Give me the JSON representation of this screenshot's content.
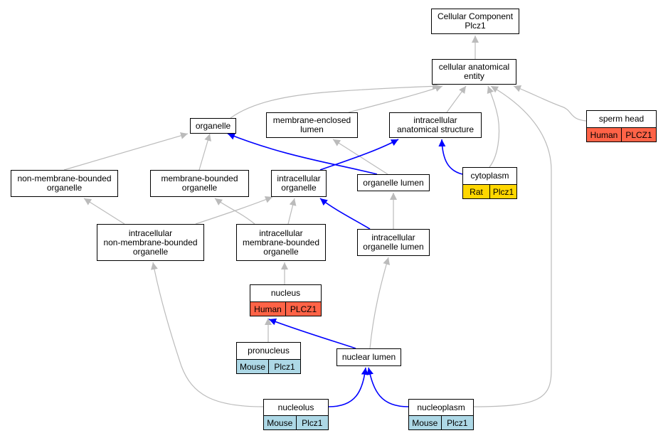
{
  "colors": {
    "human": "#ff6347",
    "rat": "#ffd700",
    "mouse": "#add8e6",
    "edge_gray": "#bbbbbb",
    "edge_blue": "#0000ff"
  },
  "nodes": {
    "cellular_component": {
      "label": "Cellular Component\nPlcz1"
    },
    "cellular_anatomical_entity": {
      "label": "cellular anatomical\nentity"
    },
    "organelle": {
      "label": "organelle"
    },
    "membrane_enclosed_lumen": {
      "label": "membrane-enclosed\nlumen"
    },
    "intracellular_anatomical_structure": {
      "label": "intracellular\nanatomical structure"
    },
    "sperm_head": {
      "label": "sperm head",
      "species": "Human",
      "gene": "PLCZ1"
    },
    "non_membrane_bounded_organelle": {
      "label": "non-membrane-bounded\norganelle"
    },
    "membrane_bounded_organelle": {
      "label": "membrane-bounded\norganelle"
    },
    "intracellular_organelle": {
      "label": "intracellular\norganelle"
    },
    "organelle_lumen": {
      "label": "organelle lumen"
    },
    "cytoplasm": {
      "label": "cytoplasm",
      "species": "Rat",
      "gene": "Plcz1"
    },
    "intracellular_non_membrane_bounded_organelle": {
      "label": "intracellular\nnon-membrane-bounded\norganelle"
    },
    "intracellular_membrane_bounded_organelle": {
      "label": "intracellular\nmembrane-bounded\norganelle"
    },
    "intracellular_organelle_lumen": {
      "label": "intracellular\norganelle lumen"
    },
    "nucleus": {
      "label": "nucleus",
      "species": "Human",
      "gene": "PLCZ1"
    },
    "pronucleus": {
      "label": "pronucleus",
      "species": "Mouse",
      "gene": "Plcz1"
    },
    "nuclear_lumen": {
      "label": "nuclear lumen"
    },
    "nucleolus": {
      "label": "nucleolus",
      "species": "Mouse",
      "gene": "Plcz1"
    },
    "nucleoplasm": {
      "label": "nucleoplasm",
      "species": "Mouse",
      "gene": "Plcz1"
    }
  },
  "edges": [
    {
      "from": "cellular_anatomical_entity",
      "to": "cellular_component",
      "type": "is_a"
    },
    {
      "from": "organelle",
      "to": "cellular_anatomical_entity",
      "type": "is_a"
    },
    {
      "from": "membrane_enclosed_lumen",
      "to": "cellular_anatomical_entity",
      "type": "is_a"
    },
    {
      "from": "intracellular_anatomical_structure",
      "to": "cellular_anatomical_entity",
      "type": "is_a"
    },
    {
      "from": "cytoplasm",
      "to": "cellular_anatomical_entity",
      "type": "is_a"
    },
    {
      "from": "nucleoplasm",
      "to": "cellular_anatomical_entity",
      "type": "is_a"
    },
    {
      "from": "sperm_head",
      "to": "cellular_anatomical_entity",
      "type": "is_a"
    },
    {
      "from": "non_membrane_bounded_organelle",
      "to": "organelle",
      "type": "is_a"
    },
    {
      "from": "membrane_bounded_organelle",
      "to": "organelle",
      "type": "is_a"
    },
    {
      "from": "organelle_lumen",
      "to": "organelle",
      "type": "part_of"
    },
    {
      "from": "organelle_lumen",
      "to": "membrane_enclosed_lumen",
      "type": "is_a"
    },
    {
      "from": "intracellular_organelle",
      "to": "intracellular_anatomical_structure",
      "type": "part_of"
    },
    {
      "from": "cytoplasm",
      "to": "intracellular_anatomical_structure",
      "type": "part_of"
    },
    {
      "from": "intracellular_non_membrane_bounded_organelle",
      "to": "non_membrane_bounded_organelle",
      "type": "is_a"
    },
    {
      "from": "intracellular_non_membrane_bounded_organelle",
      "to": "intracellular_organelle",
      "type": "is_a"
    },
    {
      "from": "intracellular_membrane_bounded_organelle",
      "to": "membrane_bounded_organelle",
      "type": "is_a"
    },
    {
      "from": "intracellular_membrane_bounded_organelle",
      "to": "intracellular_organelle",
      "type": "is_a"
    },
    {
      "from": "intracellular_organelle_lumen",
      "to": "intracellular_organelle",
      "type": "part_of"
    },
    {
      "from": "intracellular_organelle_lumen",
      "to": "organelle_lumen",
      "type": "is_a"
    },
    {
      "from": "nucleus",
      "to": "intracellular_membrane_bounded_organelle",
      "type": "is_a"
    },
    {
      "from": "pronucleus",
      "to": "nucleus",
      "type": "is_a"
    },
    {
      "from": "nuclear_lumen",
      "to": "nucleus",
      "type": "part_of"
    },
    {
      "from": "nuclear_lumen",
      "to": "intracellular_organelle_lumen",
      "type": "is_a"
    },
    {
      "from": "nucleolus",
      "to": "intracellular_non_membrane_bounded_organelle",
      "type": "is_a"
    },
    {
      "from": "nucleolus",
      "to": "nuclear_lumen",
      "type": "part_of"
    },
    {
      "from": "nucleoplasm",
      "to": "nuclear_lumen",
      "type": "part_of"
    }
  ]
}
